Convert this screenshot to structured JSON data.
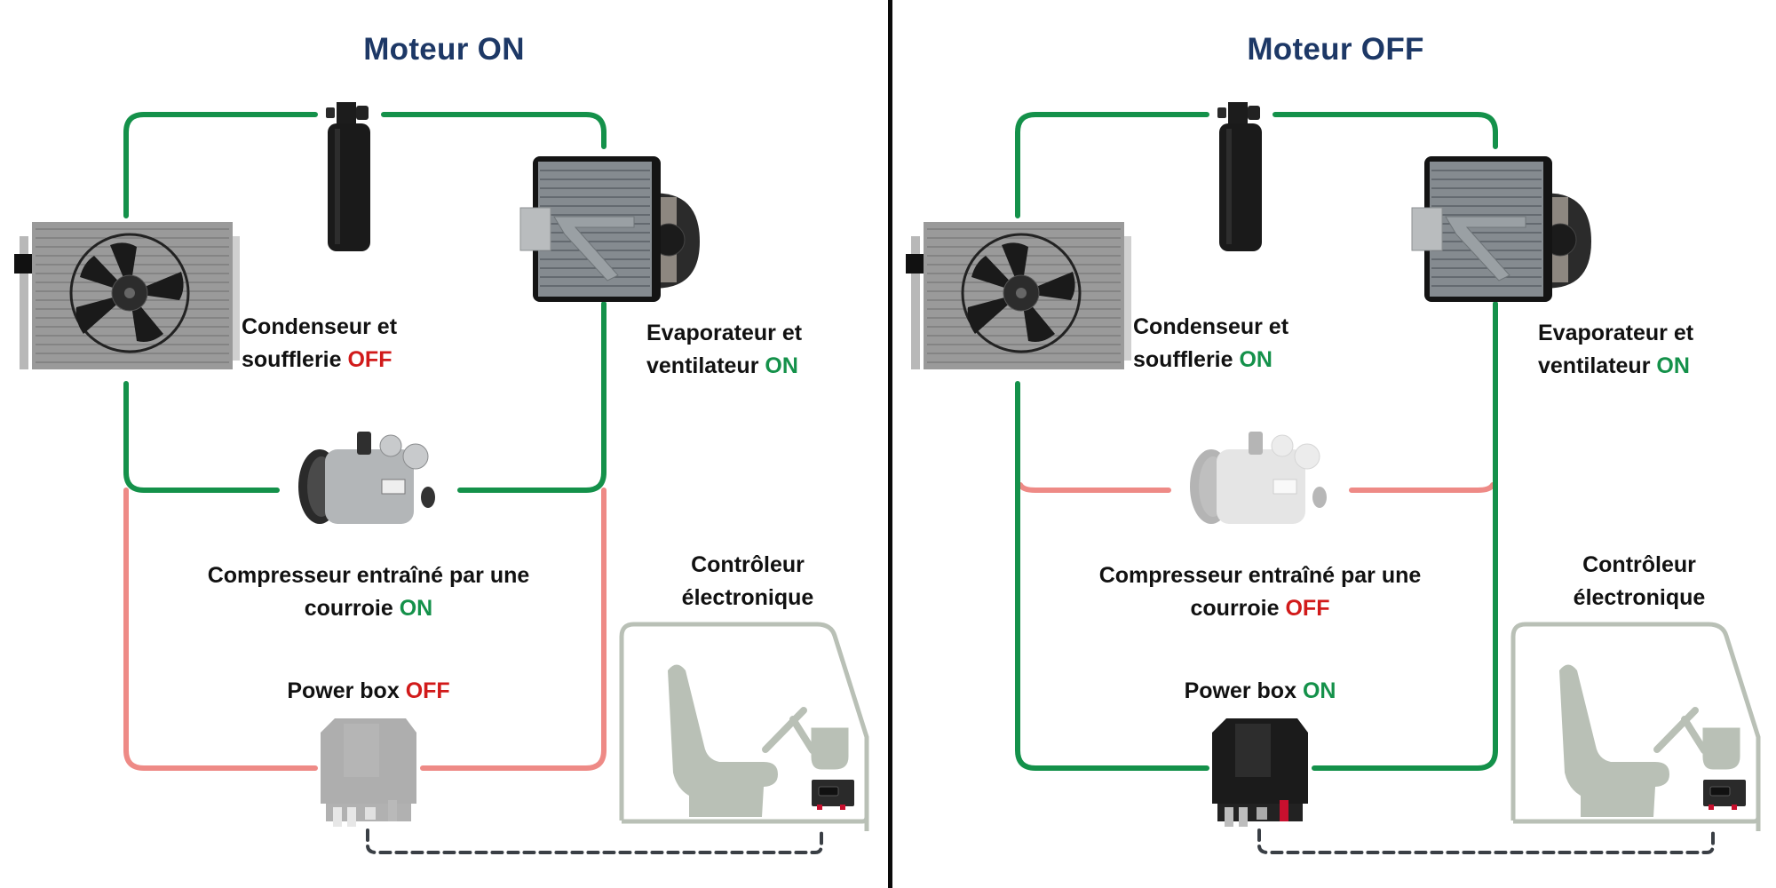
{
  "colors": {
    "title": "#1d3866",
    "line_on": "#14914a",
    "line_off": "#ee8a86",
    "status_on": "#14914a",
    "status_off": "#d11a1a",
    "cab_outline": "#b9c0b6",
    "dashed_link": "#3a3f45",
    "divider": "#0a0a0a"
  },
  "panels": [
    {
      "title": "Moteur ON",
      "condenser": {
        "label_line1": "Condenseur et",
        "label_line2": "soufflerie",
        "status": "OFF"
      },
      "evaporator": {
        "label_line1": "Evaporateur et",
        "label_line2": "ventilateur",
        "status": "ON"
      },
      "compressor": {
        "label_line1": "Compresseur entraîné par une",
        "label_line2": "courroie",
        "status": "ON"
      },
      "power_box": {
        "label": "Power box",
        "status": "OFF"
      },
      "controller": {
        "label_line1": "Contrôleur",
        "label_line2": "électronique"
      },
      "circuit": {
        "upper_loop": "ON",
        "lower_loop": "OFF"
      }
    },
    {
      "title": "Moteur OFF",
      "condenser": {
        "label_line1": "Condenseur et",
        "label_line2": "soufflerie",
        "status": "ON"
      },
      "evaporator": {
        "label_line1": "Evaporateur et",
        "label_line2": "ventilateur",
        "status": "ON"
      },
      "compressor": {
        "label_line1": "Compresseur entraîné par une",
        "label_line2": "courroie",
        "status": "OFF"
      },
      "power_box": {
        "label": "Power box",
        "status": "ON"
      },
      "controller": {
        "label_line1": "Contrôleur",
        "label_line2": "électronique"
      },
      "circuit": {
        "upper_loop": "ON",
        "lower_loop": "ON",
        "compressor_branch": "OFF"
      }
    }
  ]
}
